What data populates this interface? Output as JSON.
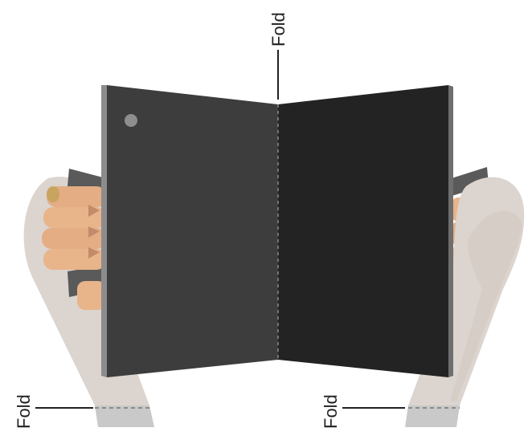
{
  "labels": {
    "top_fold": "Fold",
    "left_fold": "Fold",
    "right_fold": "Fold"
  },
  "colors": {
    "left_panel": "#3d3d3d",
    "right_panel": "#232323",
    "panel_edge": "#8c8c8c",
    "fold_line": "#8a8a8a",
    "sleeve": "#dcd4ce",
    "sleeve_cuff": "#c8c8c8",
    "skin": "#e8b48a",
    "skin_shadow": "#d79f79",
    "device_back": "#5a5a5a",
    "camera": "#8e8e8e",
    "callout_line": "#222222"
  },
  "icons": {
    "camera": "camera-dot-icon"
  }
}
